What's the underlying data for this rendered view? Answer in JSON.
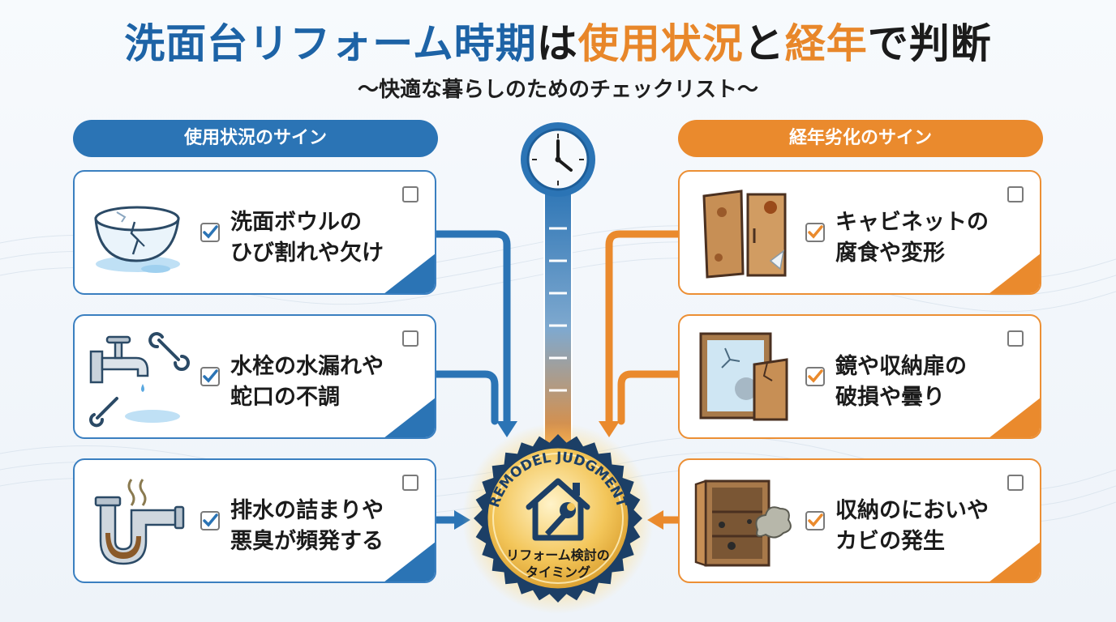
{
  "title": {
    "part1": "洗面台リフォーム時期",
    "part2": "は",
    "part3": "使用状況",
    "part4": "と",
    "part5": "経年",
    "part6": "で判断"
  },
  "subtitle": "〜快適な暮らしのためのチェックリスト〜",
  "left_section": {
    "heading": "使用状況のサイン",
    "items": [
      {
        "line1": "洗面ボウルの",
        "line2": "ひび割れや欠け"
      },
      {
        "line1": "水栓の水漏れや",
        "line2": "蛇口の不調"
      },
      {
        "line1": "排水の詰まりや",
        "line2": "悪臭が頻発する"
      }
    ]
  },
  "right_section": {
    "heading": "経年劣化のサイン",
    "items": [
      {
        "line1": "キャビネットの",
        "line2": "腐食や変形"
      },
      {
        "line1": "鏡や収納扉の",
        "line2": "破損や曇り"
      },
      {
        "line1": "収納のにおいや",
        "line2": "カビの発生"
      }
    ]
  },
  "badge": {
    "arc_text": "REMODEL JUDGMENT",
    "line1": "リフォーム検討の",
    "line2": "タイミング"
  },
  "colors": {
    "blue": "#2b74b5",
    "orange": "#ea8a2d",
    "gold": "#f2c04a"
  }
}
